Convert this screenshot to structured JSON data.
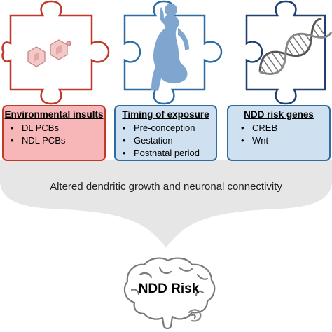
{
  "puzzle_pieces": [
    {
      "name": "environmental",
      "icon": "pcb-molecule-icon",
      "border_color": "#c0392b",
      "icon_color": "#e8a5a5"
    },
    {
      "name": "timing",
      "icon": "pregnant-woman-icon",
      "border_color": "#2e6da4",
      "icon_color": "#7fa6cf"
    },
    {
      "name": "genes",
      "icon": "dna-helix-icon",
      "border_color": "#1f3f73",
      "icon_color": "#6a6a6a"
    }
  ],
  "boxes": {
    "environmental": {
      "title": "Environmental insults",
      "items": [
        "DL PCBs",
        "NDL PCBs"
      ],
      "bg_color": "#f7b6b8",
      "border_color": "#c0392b"
    },
    "timing": {
      "title": "Timing of exposure",
      "items": [
        "Pre-conception",
        "Gestation",
        "Postnatal period"
      ],
      "bg_color": "#cfe0f1",
      "border_color": "#2e6da4"
    },
    "genes": {
      "title": "NDD risk genes",
      "items": [
        "CREB",
        "Wnt"
      ],
      "bg_color": "#cfe0f1",
      "border_color": "#2e6da4"
    }
  },
  "bullet": "•",
  "statement": "Altered dendritic growth and neuronal connectivity",
  "outcome": "NDD Risk",
  "funnel_color": "#e6e6e6"
}
